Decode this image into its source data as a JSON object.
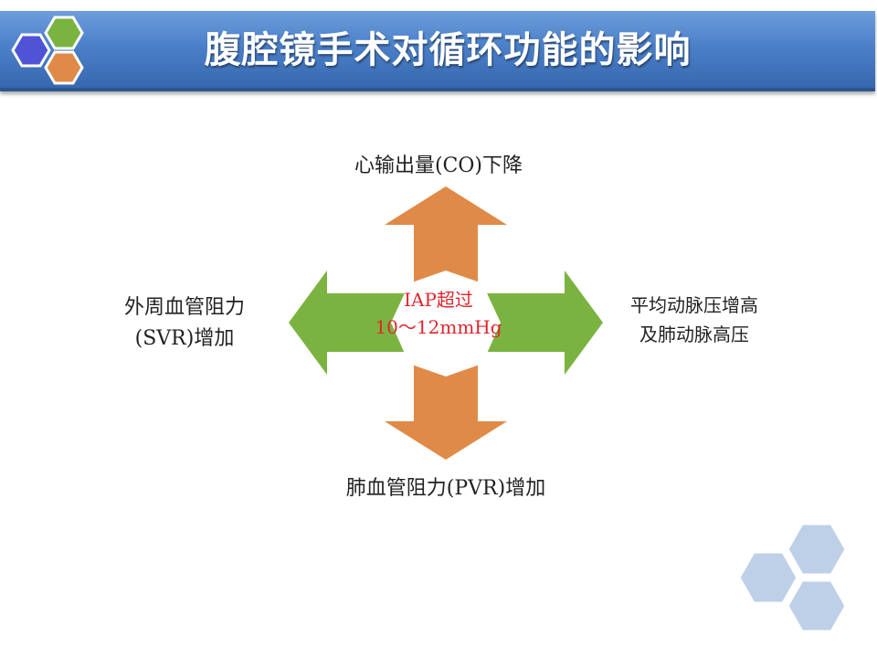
{
  "slide": {
    "title": "腹腔镜手术对循环功能的影响"
  },
  "diagram": {
    "center": {
      "line1": "IAP超过",
      "line2": "10～12mmHg"
    },
    "top": "心输出量(CO)下降",
    "bottom": "肺血管阻力(PVR)增加",
    "left": {
      "line1": "外周血管阻力",
      "line2": "(SVR)增加"
    },
    "right": {
      "line1": "平均动脉压增高",
      "line2": "及肺动脉高压"
    }
  },
  "colors": {
    "title_bar": "#4a7fc8",
    "vertical_arrow": "#e08a48",
    "horizontal_arrow": "#7bb341",
    "center_text": "#e0262e",
    "logo_hex_blue": "#4f54d6",
    "logo_hex_green": "#7bb341",
    "logo_hex_orange": "#e08a48",
    "deco_hex": "#bed0e8"
  }
}
